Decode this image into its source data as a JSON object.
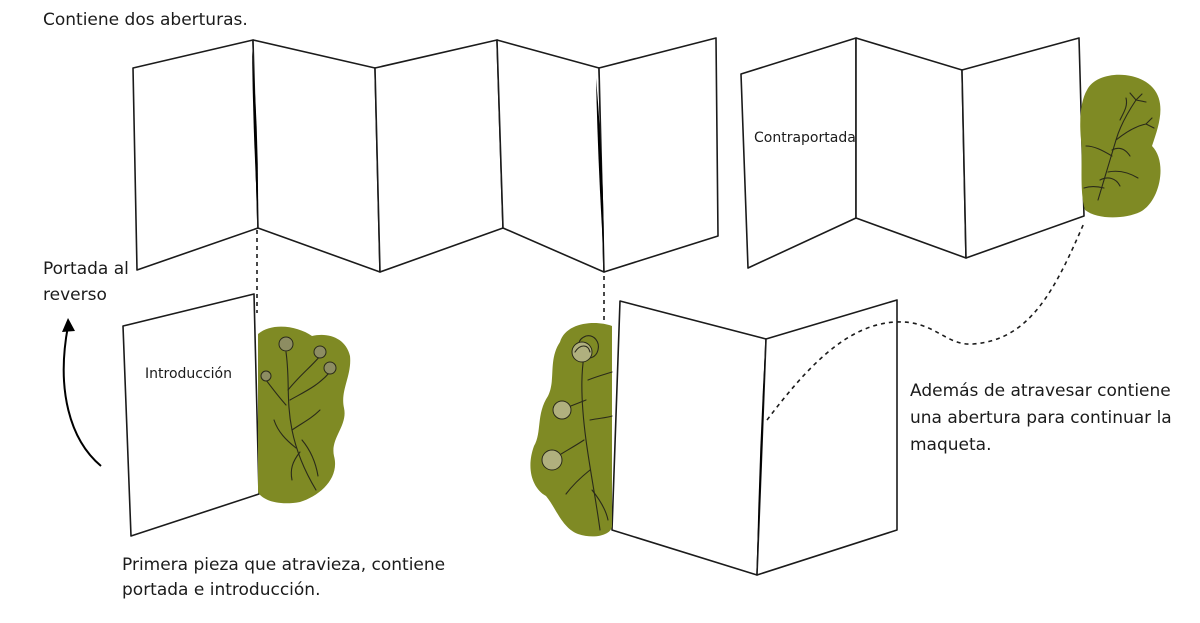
{
  "colors": {
    "blob": "#7f8a24",
    "ink": "#1b1b1b",
    "background": "#ffffff"
  },
  "icons": [
    "flower-illustration-icon",
    "curved-arrow-icon"
  ],
  "texts": {
    "top_note": "Contiene dos aberturas.",
    "cover_note": "Portada al\nreverso",
    "contraportada": "Contraportada",
    "introduccion": "Introducción",
    "first_piece_note": "Primera pieza que atravieza, contiene\nportada e introducción.",
    "right_note": "Además de atravesar contiene\nuna abertura para continuar la\nmaqueta."
  }
}
